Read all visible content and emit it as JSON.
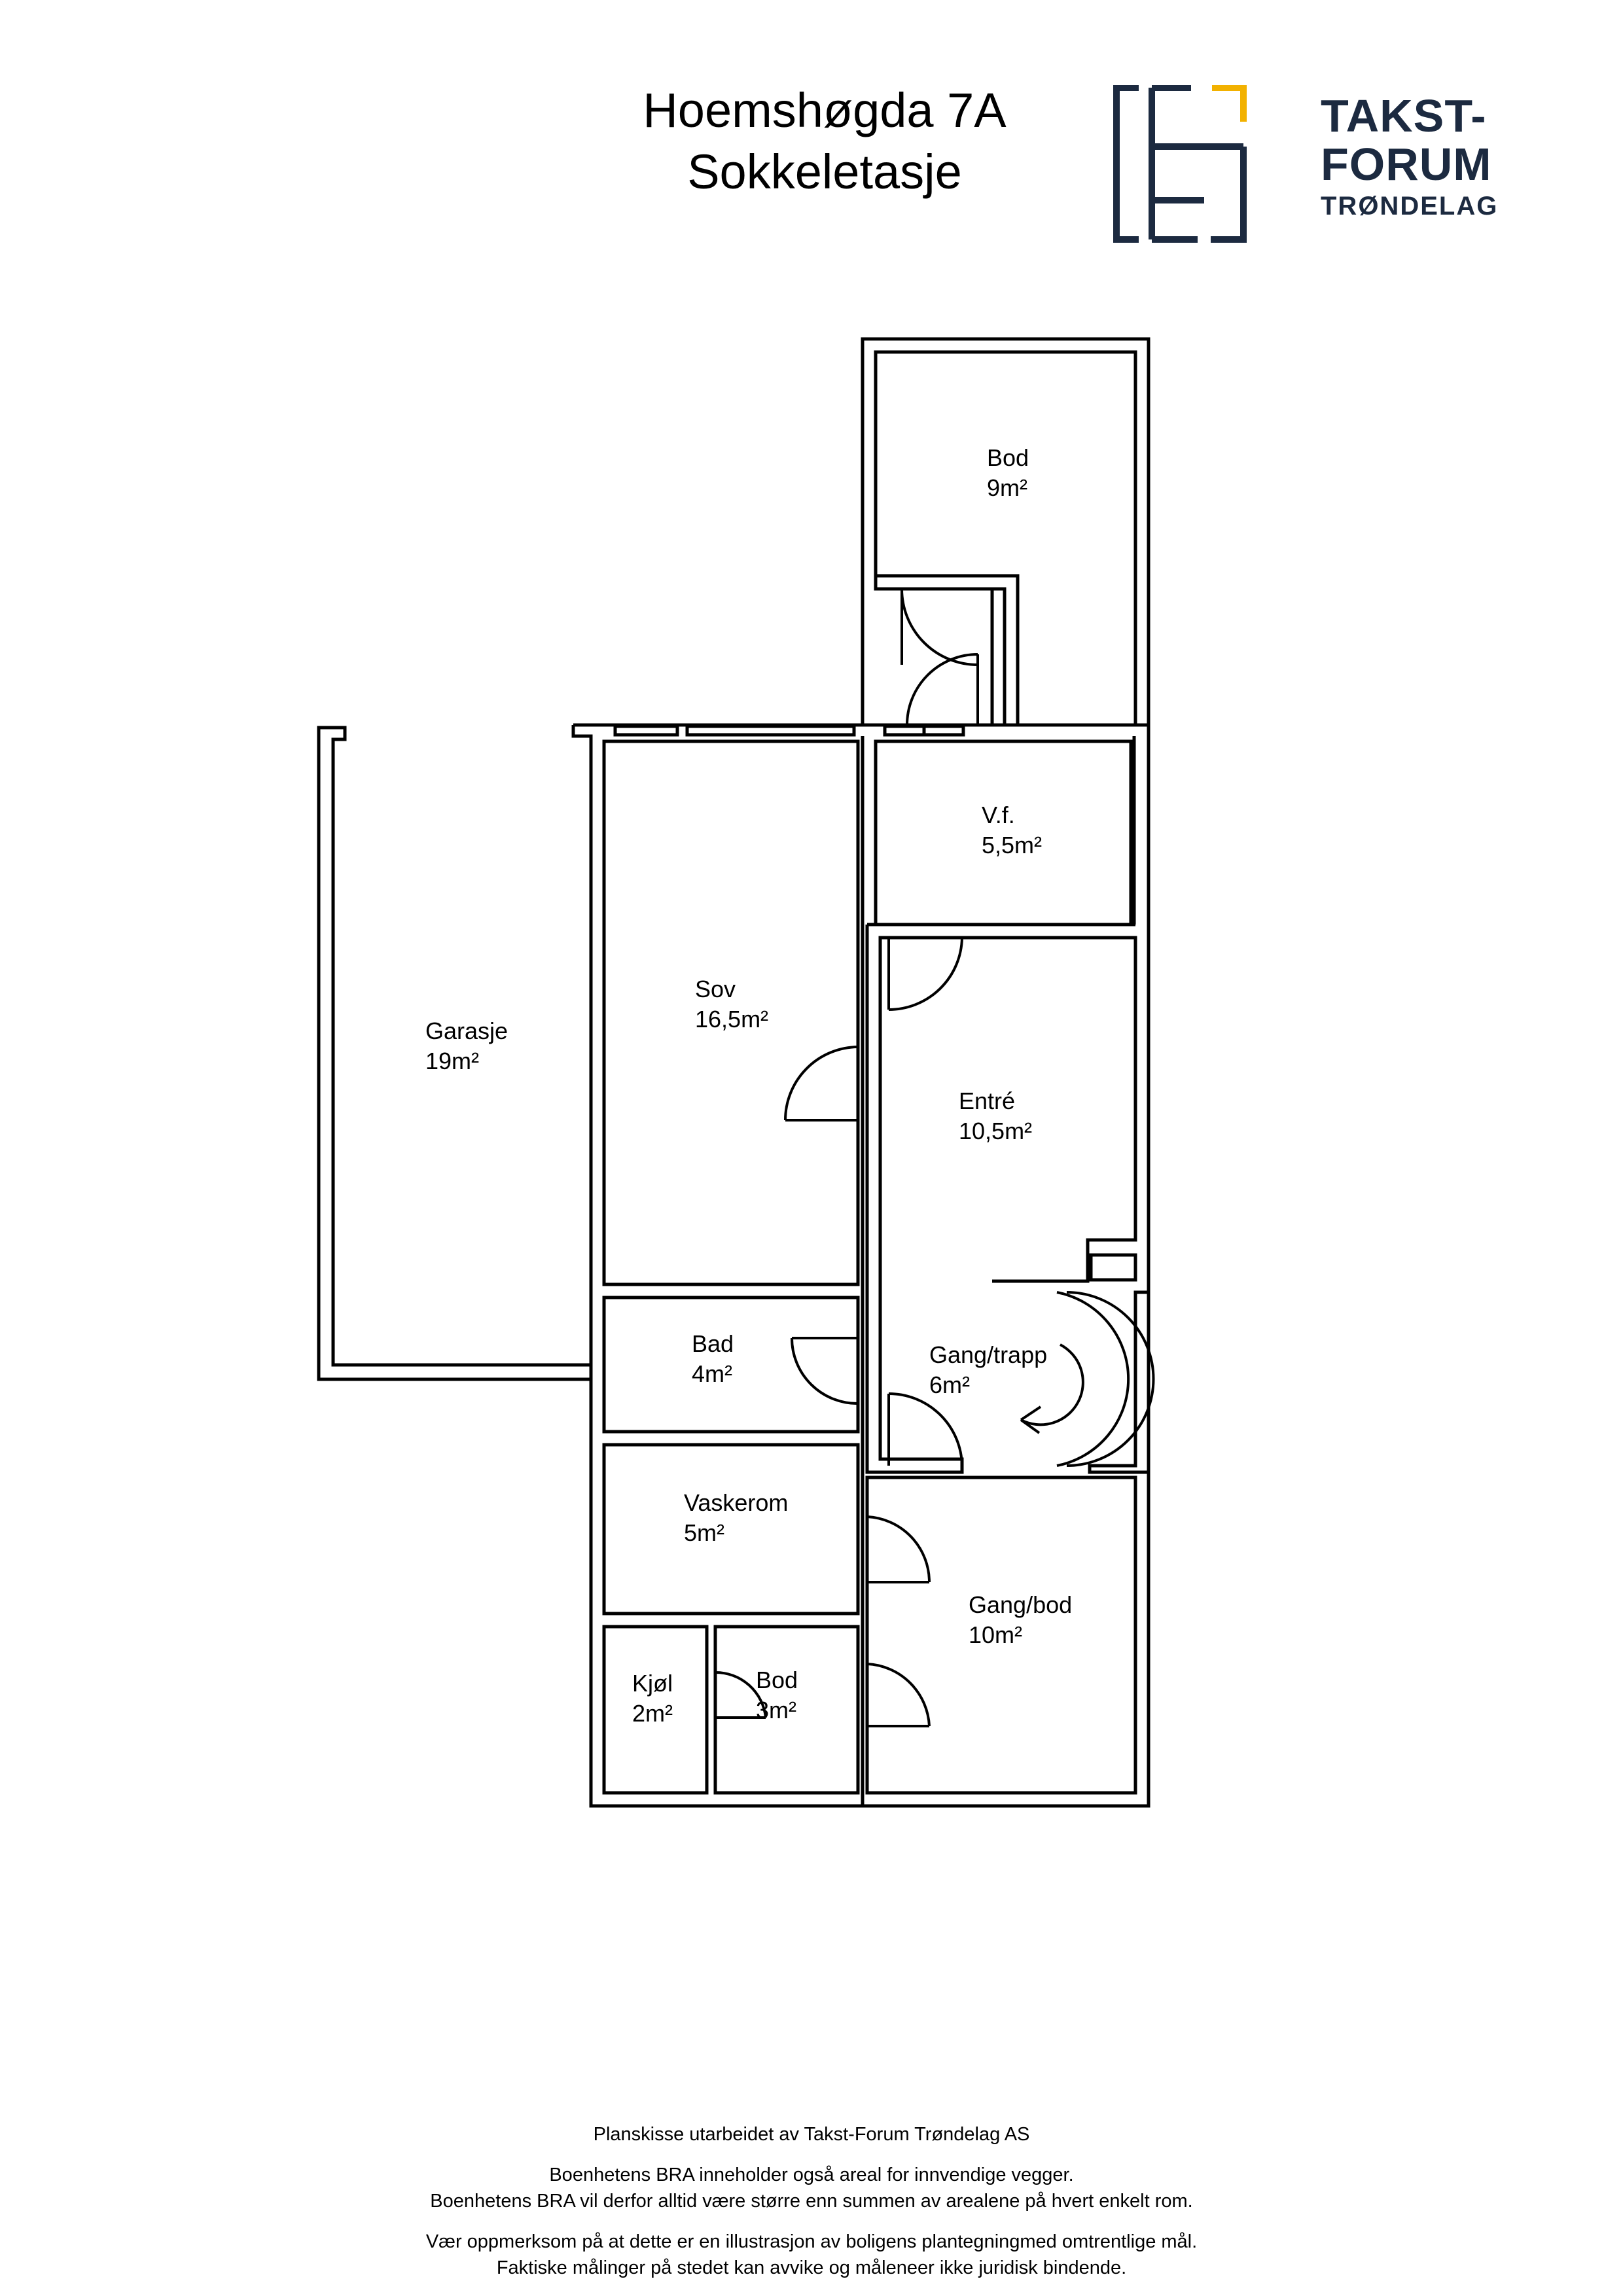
{
  "header": {
    "address": "Hoemshøgda 7A",
    "floor": "Sokkeletasje"
  },
  "logo": {
    "line1": "TAKST-",
    "line2": "FORUM",
    "line3": "TRØNDELAG",
    "colors": {
      "navy": "#1c2a40",
      "gold": "#f2b100"
    }
  },
  "rooms": {
    "bod_top": {
      "name": "Bod",
      "area": "9m²"
    },
    "vf": {
      "name": "V.f.",
      "area": "5,5m²"
    },
    "garasje": {
      "name": "Garasje",
      "area": "19m²"
    },
    "sov": {
      "name": "Sov",
      "area": "16,5m²"
    },
    "entre": {
      "name": "Entré",
      "area": "10,5m²"
    },
    "bad": {
      "name": "Bad",
      "area": "4m²"
    },
    "gang_trapp": {
      "name": "Gang/trapp",
      "area": "6m²"
    },
    "vaskerom": {
      "name": "Vaskerom",
      "area": "5m²"
    },
    "gang_bod": {
      "name": "Gang/bod",
      "area": "10m²"
    },
    "kjol": {
      "name": "Kjøl",
      "area": "2m²"
    },
    "bod_small": {
      "name": "Bod",
      "area": "3m²"
    }
  },
  "footer": {
    "line1": "Planskisse utarbeidet av Takst-Forum Trøndelag AS",
    "line2": "Boenhetens BRA inneholder også areal for innvendige vegger.",
    "line3": "Boenhetens BRA vil derfor alltid være større enn summen av arealene på hvert enkelt rom.",
    "line4": "Vær oppmerksom på at dette er en illustrasjon av boligens plantegningmed omtrentlige mål.",
    "line5": "Faktiske målinger på stedet kan avvike og måleneer ikke juridisk bindende."
  }
}
